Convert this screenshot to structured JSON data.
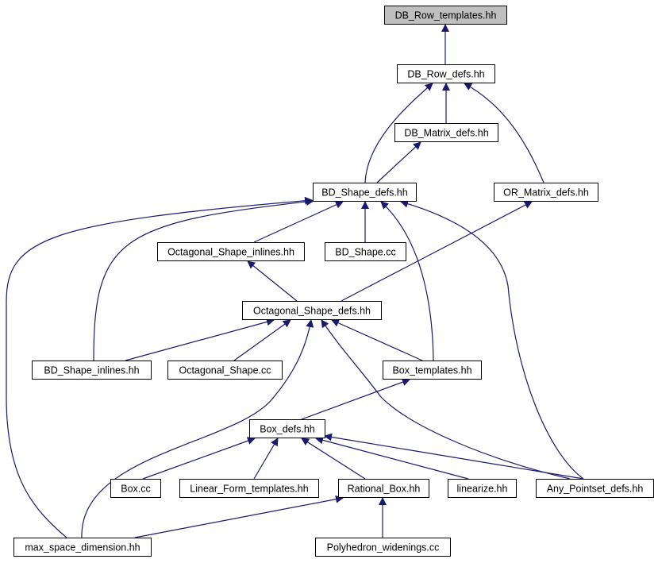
{
  "colors": {
    "edge": "#191970",
    "node_fill": "#ffffff",
    "root_fill": "#bfbfbf",
    "border": "#000000"
  },
  "nodes": [
    {
      "id": "db_row_templates",
      "label": "DB_Row_templates.hh",
      "root": true
    },
    {
      "id": "db_row_defs",
      "label": "DB_Row_defs.hh"
    },
    {
      "id": "db_matrix_defs",
      "label": "DB_Matrix_defs.hh"
    },
    {
      "id": "bd_shape_defs",
      "label": "BD_Shape_defs.hh"
    },
    {
      "id": "or_matrix_defs",
      "label": "OR_Matrix_defs.hh"
    },
    {
      "id": "octagonal_shape_inlines",
      "label": "Octagonal_Shape_inlines.hh"
    },
    {
      "id": "bd_shape_cc",
      "label": "BD_Shape.cc"
    },
    {
      "id": "octagonal_shape_defs",
      "label": "Octagonal_Shape_defs.hh"
    },
    {
      "id": "bd_shape_inlines",
      "label": "BD_Shape_inlines.hh"
    },
    {
      "id": "octagonal_shape_cc",
      "label": "Octagonal_Shape.cc"
    },
    {
      "id": "box_templates",
      "label": "Box_templates.hh"
    },
    {
      "id": "box_defs",
      "label": "Box_defs.hh"
    },
    {
      "id": "box_cc",
      "label": "Box.cc"
    },
    {
      "id": "linear_form_templates",
      "label": "Linear_Form_templates.hh"
    },
    {
      "id": "rational_box",
      "label": "Rational_Box.hh"
    },
    {
      "id": "linearize",
      "label": "linearize.hh"
    },
    {
      "id": "any_pointset_defs",
      "label": "Any_Pointset_defs.hh"
    },
    {
      "id": "max_space_dimension",
      "label": "max_space_dimension.hh"
    },
    {
      "id": "polyhedron_widenings",
      "label": "Polyhedron_widenings.cc"
    }
  ],
  "edges": [
    {
      "from": "db_row_defs",
      "to": "db_row_templates"
    },
    {
      "from": "db_matrix_defs",
      "to": "db_row_defs"
    },
    {
      "from": "bd_shape_defs",
      "to": "db_row_defs"
    },
    {
      "from": "or_matrix_defs",
      "to": "db_row_defs"
    },
    {
      "from": "bd_shape_defs",
      "to": "db_matrix_defs"
    },
    {
      "from": "octagonal_shape_inlines",
      "to": "bd_shape_defs"
    },
    {
      "from": "bd_shape_cc",
      "to": "bd_shape_defs"
    },
    {
      "from": "bd_shape_inlines",
      "to": "bd_shape_defs"
    },
    {
      "from": "box_templates",
      "to": "bd_shape_defs"
    },
    {
      "from": "any_pointset_defs",
      "to": "bd_shape_defs"
    },
    {
      "from": "max_space_dimension",
      "to": "bd_shape_defs"
    },
    {
      "from": "octagonal_shape_defs",
      "to": "or_matrix_defs"
    },
    {
      "from": "octagonal_shape_defs",
      "to": "octagonal_shape_inlines"
    },
    {
      "from": "bd_shape_inlines",
      "to": "octagonal_shape_defs"
    },
    {
      "from": "octagonal_shape_cc",
      "to": "octagonal_shape_defs"
    },
    {
      "from": "box_templates",
      "to": "octagonal_shape_defs"
    },
    {
      "from": "max_space_dimension",
      "to": "octagonal_shape_defs"
    },
    {
      "from": "any_pointset_defs",
      "to": "octagonal_shape_defs"
    },
    {
      "from": "box_defs",
      "to": "box_templates"
    },
    {
      "from": "box_cc",
      "to": "box_defs"
    },
    {
      "from": "linear_form_templates",
      "to": "box_defs"
    },
    {
      "from": "rational_box",
      "to": "box_defs"
    },
    {
      "from": "linearize",
      "to": "box_defs"
    },
    {
      "from": "any_pointset_defs",
      "to": "box_defs"
    },
    {
      "from": "max_space_dimension",
      "to": "rational_box"
    },
    {
      "from": "polyhedron_widenings",
      "to": "rational_box"
    }
  ]
}
